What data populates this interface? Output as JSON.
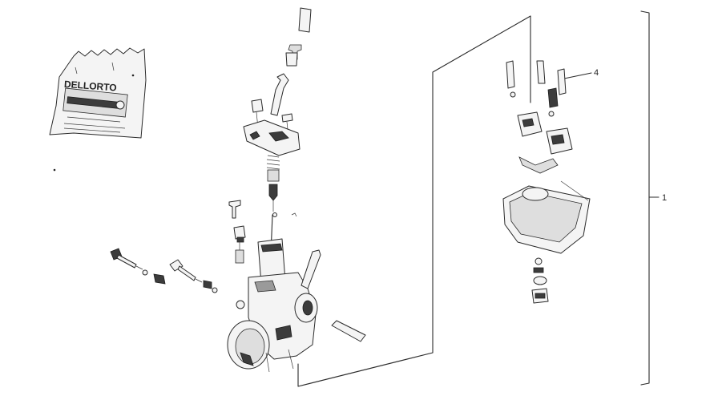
{
  "callouts": {
    "assembly": "1",
    "screw": "4"
  },
  "package": {
    "brand": "DELLORTO"
  },
  "colors": {
    "line": "#2a2a2a",
    "background": "#ffffff",
    "shade": "#3c3c3c"
  }
}
